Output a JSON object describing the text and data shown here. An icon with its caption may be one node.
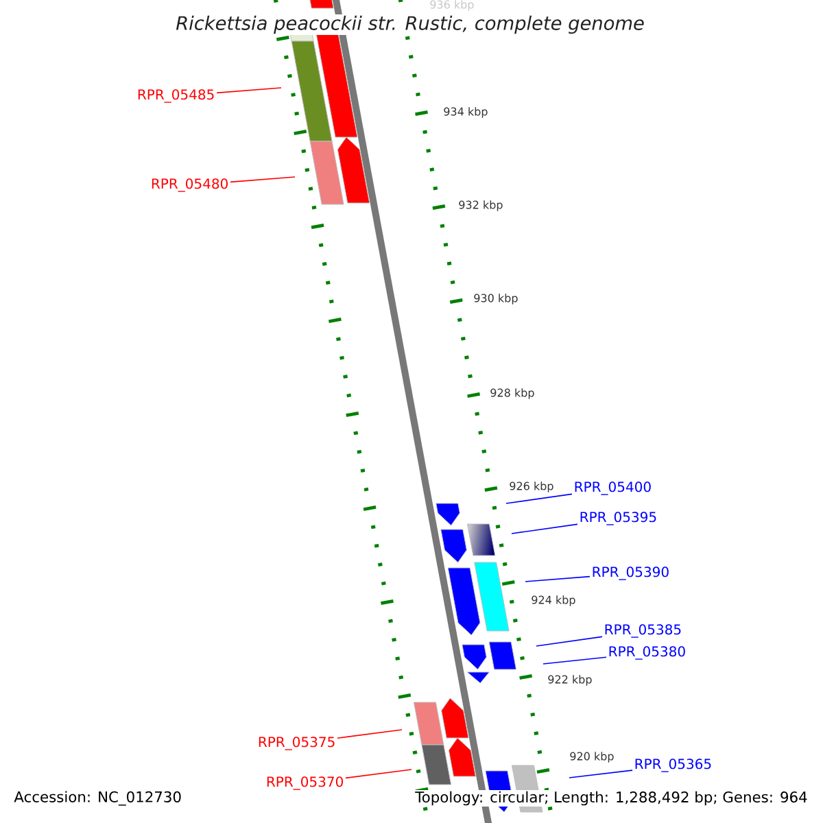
{
  "diagram": {
    "title": "*Rickettsia peacockii* str. Rustic, complete genome",
    "nodes": [
      {
        "text": [
          "RPR_05485"
        ]
      },
      {
        "text": [
          "RPR_05480"
        ]
      },
      {
        "text": [
          "RPR_05400"
        ]
      },
      {
        "text": [
          "RPR_05395"
        ]
      },
      {
        "text": [
          "RPR_05390"
        ]
      },
      {
        "text": [
          "RPR_05385"
        ]
      },
      {
        "text": [
          "RPR_05380"
        ]
      },
      {
        "text": [
          "RPR_05375"
        ]
      },
      {
        "text": [
          "RPR_05365"
        ]
      },
      {
        "text": [
          "RPR_05370"
        ]
      }
    ],
    "edges": [
      {
        "from": 0,
        "to": null,
        "arrow": "none",
        "color": "#ff0000"
      },
      {
        "from": 1,
        "to": null,
        "arrow": "none",
        "color": "#ff0000"
      },
      {
        "from": 2,
        "to": null,
        "arrow": "none"
      },
      {
        "from": 3,
        "to": null,
        "arrow": "none"
      },
      {
        "from": 4,
        "to": null,
        "arrow": "none"
      },
      {
        "from": 5,
        "to": null,
        "arrow": "none"
      },
      {
        "from": 6,
        "to": null,
        "arrow": "none"
      },
      {
        "from": 7,
        "to": null,
        "arrow": "none",
        "color": "#ff0000"
      },
      {
        "from": 8,
        "to": null,
        "arrow": "none"
      },
      {
        "from": 9,
        "to": null,
        "arrow": "none",
        "color": "#ff0000"
      }
    ],
    "labels": [
      "936 kbp",
      "934 kbp",
      "932 kbp",
      "930 kbp",
      "928 kbp",
      "926 kbp",
      "924 kbp",
      "922 kbp",
      "920 kbp",
      "Accession: NC_012730",
      "Topology: circular; Length: 1,288,492 bp; Genes: 964"
    ]
  }
}
